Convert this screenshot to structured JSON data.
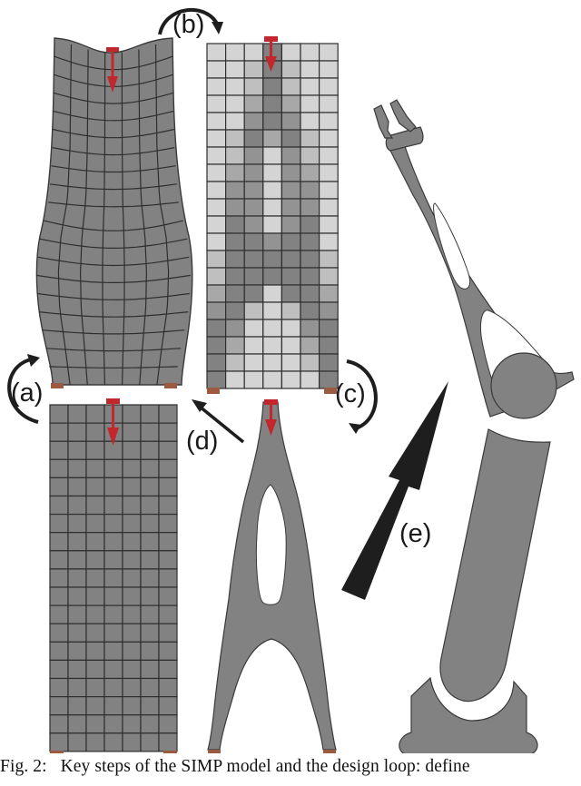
{
  "figure": {
    "labels": {
      "a": "(a)",
      "b": "(b)",
      "c": "(c)",
      "d": "(d)",
      "e": "(e)"
    },
    "panels": [
      {
        "id": "initial-mesh",
        "description": "Uniform finite element grid with load and supports",
        "columns": 7,
        "rows": 19
      },
      {
        "id": "deformed-mesh",
        "description": "Deformed mesh under top load",
        "columns": 7,
        "rows": 19
      },
      {
        "id": "simp-density",
        "description": "SIMP element density field",
        "columns": 7,
        "rows": 20
      },
      {
        "id": "optimized-part",
        "description": "Smoothed optimized Y-shaped topology"
      },
      {
        "id": "robot-arm",
        "description": "Robot arm incorporating optimized link"
      }
    ],
    "simp_density_levels": [
      "#d4d4d4",
      "#bfbfbf",
      "#a8a8a8",
      "#939393",
      "#828282"
    ],
    "simp_density": [
      [
        0,
        0,
        0,
        4,
        0,
        0,
        0
      ],
      [
        0,
        0,
        1,
        4,
        1,
        0,
        0
      ],
      [
        0,
        0,
        1,
        4,
        1,
        0,
        0
      ],
      [
        0,
        0,
        2,
        4,
        2,
        0,
        0
      ],
      [
        0,
        0,
        3,
        4,
        3,
        0,
        0
      ],
      [
        0,
        1,
        4,
        2,
        4,
        1,
        0
      ],
      [
        0,
        1,
        3,
        0,
        3,
        1,
        0
      ],
      [
        0,
        2,
        3,
        0,
        3,
        2,
        0
      ],
      [
        0,
        3,
        3,
        0,
        3,
        3,
        0
      ],
      [
        0,
        3,
        3,
        0,
        3,
        3,
        0
      ],
      [
        0,
        4,
        3,
        0,
        3,
        4,
        0
      ],
      [
        0,
        4,
        4,
        3,
        4,
        4,
        0
      ],
      [
        1,
        4,
        4,
        4,
        4,
        4,
        1
      ],
      [
        1,
        4,
        4,
        4,
        4,
        4,
        1
      ],
      [
        2,
        4,
        4,
        0,
        4,
        4,
        2
      ],
      [
        3,
        4,
        1,
        0,
        1,
        4,
        3
      ],
      [
        4,
        3,
        0,
        0,
        0,
        3,
        4
      ],
      [
        4,
        2,
        0,
        0,
        0,
        2,
        4
      ],
      [
        4,
        1,
        0,
        0,
        0,
        1,
        4
      ],
      [
        4,
        0,
        0,
        0,
        0,
        0,
        4
      ]
    ],
    "colors": {
      "material": "#828282",
      "outline": "#3a3a3a",
      "load": "#c1272d",
      "support": "#9c5a40",
      "arrow": "#1e1e1e"
    }
  },
  "caption": {
    "prefix": "Fig. 2:",
    "text": "Key steps of the SIMP model and the design loop: define"
  }
}
